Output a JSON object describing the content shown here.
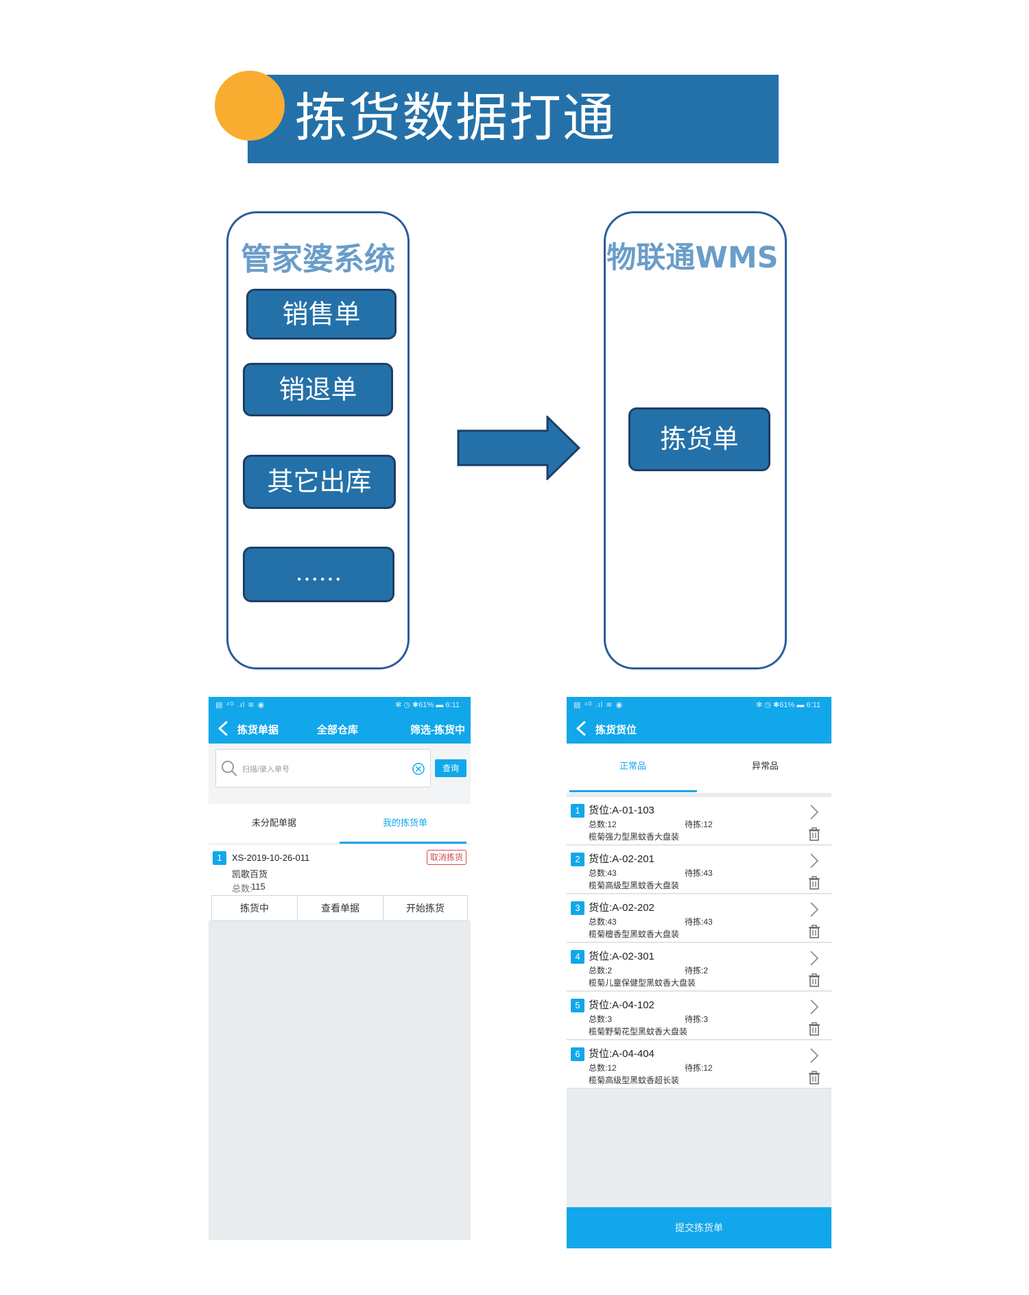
{
  "banner": {
    "title": "拣货数据打通"
  },
  "left_system": {
    "title": "管家婆系统",
    "documents": [
      "销售单",
      "销退单",
      "其它出库",
      "……"
    ]
  },
  "right_system": {
    "title": "物联通WMS",
    "documents": [
      "拣货单"
    ]
  },
  "phone_left": {
    "status_left": "▤ ⁴ᴳ .ıl ≋ ◉",
    "status_right": "✻ ◷ ✱61% ▬ 6:11",
    "nav_title": "拣货单据",
    "nav_mid": "全部仓库",
    "nav_right": "筛选-拣货中",
    "search_placeholder": "扫描/录入单号",
    "query_button": "查询",
    "tabs": [
      "未分配单据",
      "我的拣货单"
    ],
    "active_tab": 1,
    "order": {
      "index": "1",
      "number": "XS-2019-10-26-011",
      "cancel_label": "取消拣货",
      "customer": "凯歌百货",
      "total_label": "总数:",
      "total_value": "115",
      "actions": [
        "拣货中",
        "查看单据",
        "开始拣货"
      ]
    }
  },
  "phone_right": {
    "status_left": "▤ ⁴ᴳ .ıl ≋ ◉",
    "status_right": "✻ ◷ ✱61% ▬ 6:11",
    "nav_title": "拣货货位",
    "tabs": [
      "正常品",
      "异常品"
    ],
    "active_tab": 0,
    "locations": [
      {
        "index": "1",
        "name": "货位:A-01-103",
        "total": "总数:12",
        "pending": "待拣:12",
        "product": "榄菊强力型黑蚊香大盘装"
      },
      {
        "index": "2",
        "name": "货位:A-02-201",
        "total": "总数:43",
        "pending": "待拣:43",
        "product": "榄菊高级型黑蚊香大盘装"
      },
      {
        "index": "3",
        "name": "货位:A-02-202",
        "total": "总数:43",
        "pending": "待拣:43",
        "product": "榄菊檀香型黑蚊香大盘装"
      },
      {
        "index": "4",
        "name": "货位:A-02-301",
        "total": "总数:2",
        "pending": "待拣:2",
        "product": "榄菊儿童保健型黑蚊香大盘装"
      },
      {
        "index": "5",
        "name": "货位:A-04-102",
        "total": "总数:3",
        "pending": "待拣:3",
        "product": "榄菊野菊花型黑蚊香大盘装"
      },
      {
        "index": "6",
        "name": "货位:A-04-404",
        "total": "总数:12",
        "pending": "待拣:12",
        "product": "榄菊高级型黑蚊香超长装"
      }
    ],
    "submit_label": "提交拣货单"
  },
  "colors": {
    "banner_blue": "#2471a9",
    "banner_orange": "#f9ad30",
    "system_title_blue": "#6a9dc9",
    "app_blue": "#12a7ea",
    "danger_red": "#d04a4a"
  },
  "icons": [
    "back-arrow-icon",
    "search-icon",
    "clear-icon",
    "chevron-right-icon",
    "trash-icon",
    "right-arrow-icon"
  ]
}
